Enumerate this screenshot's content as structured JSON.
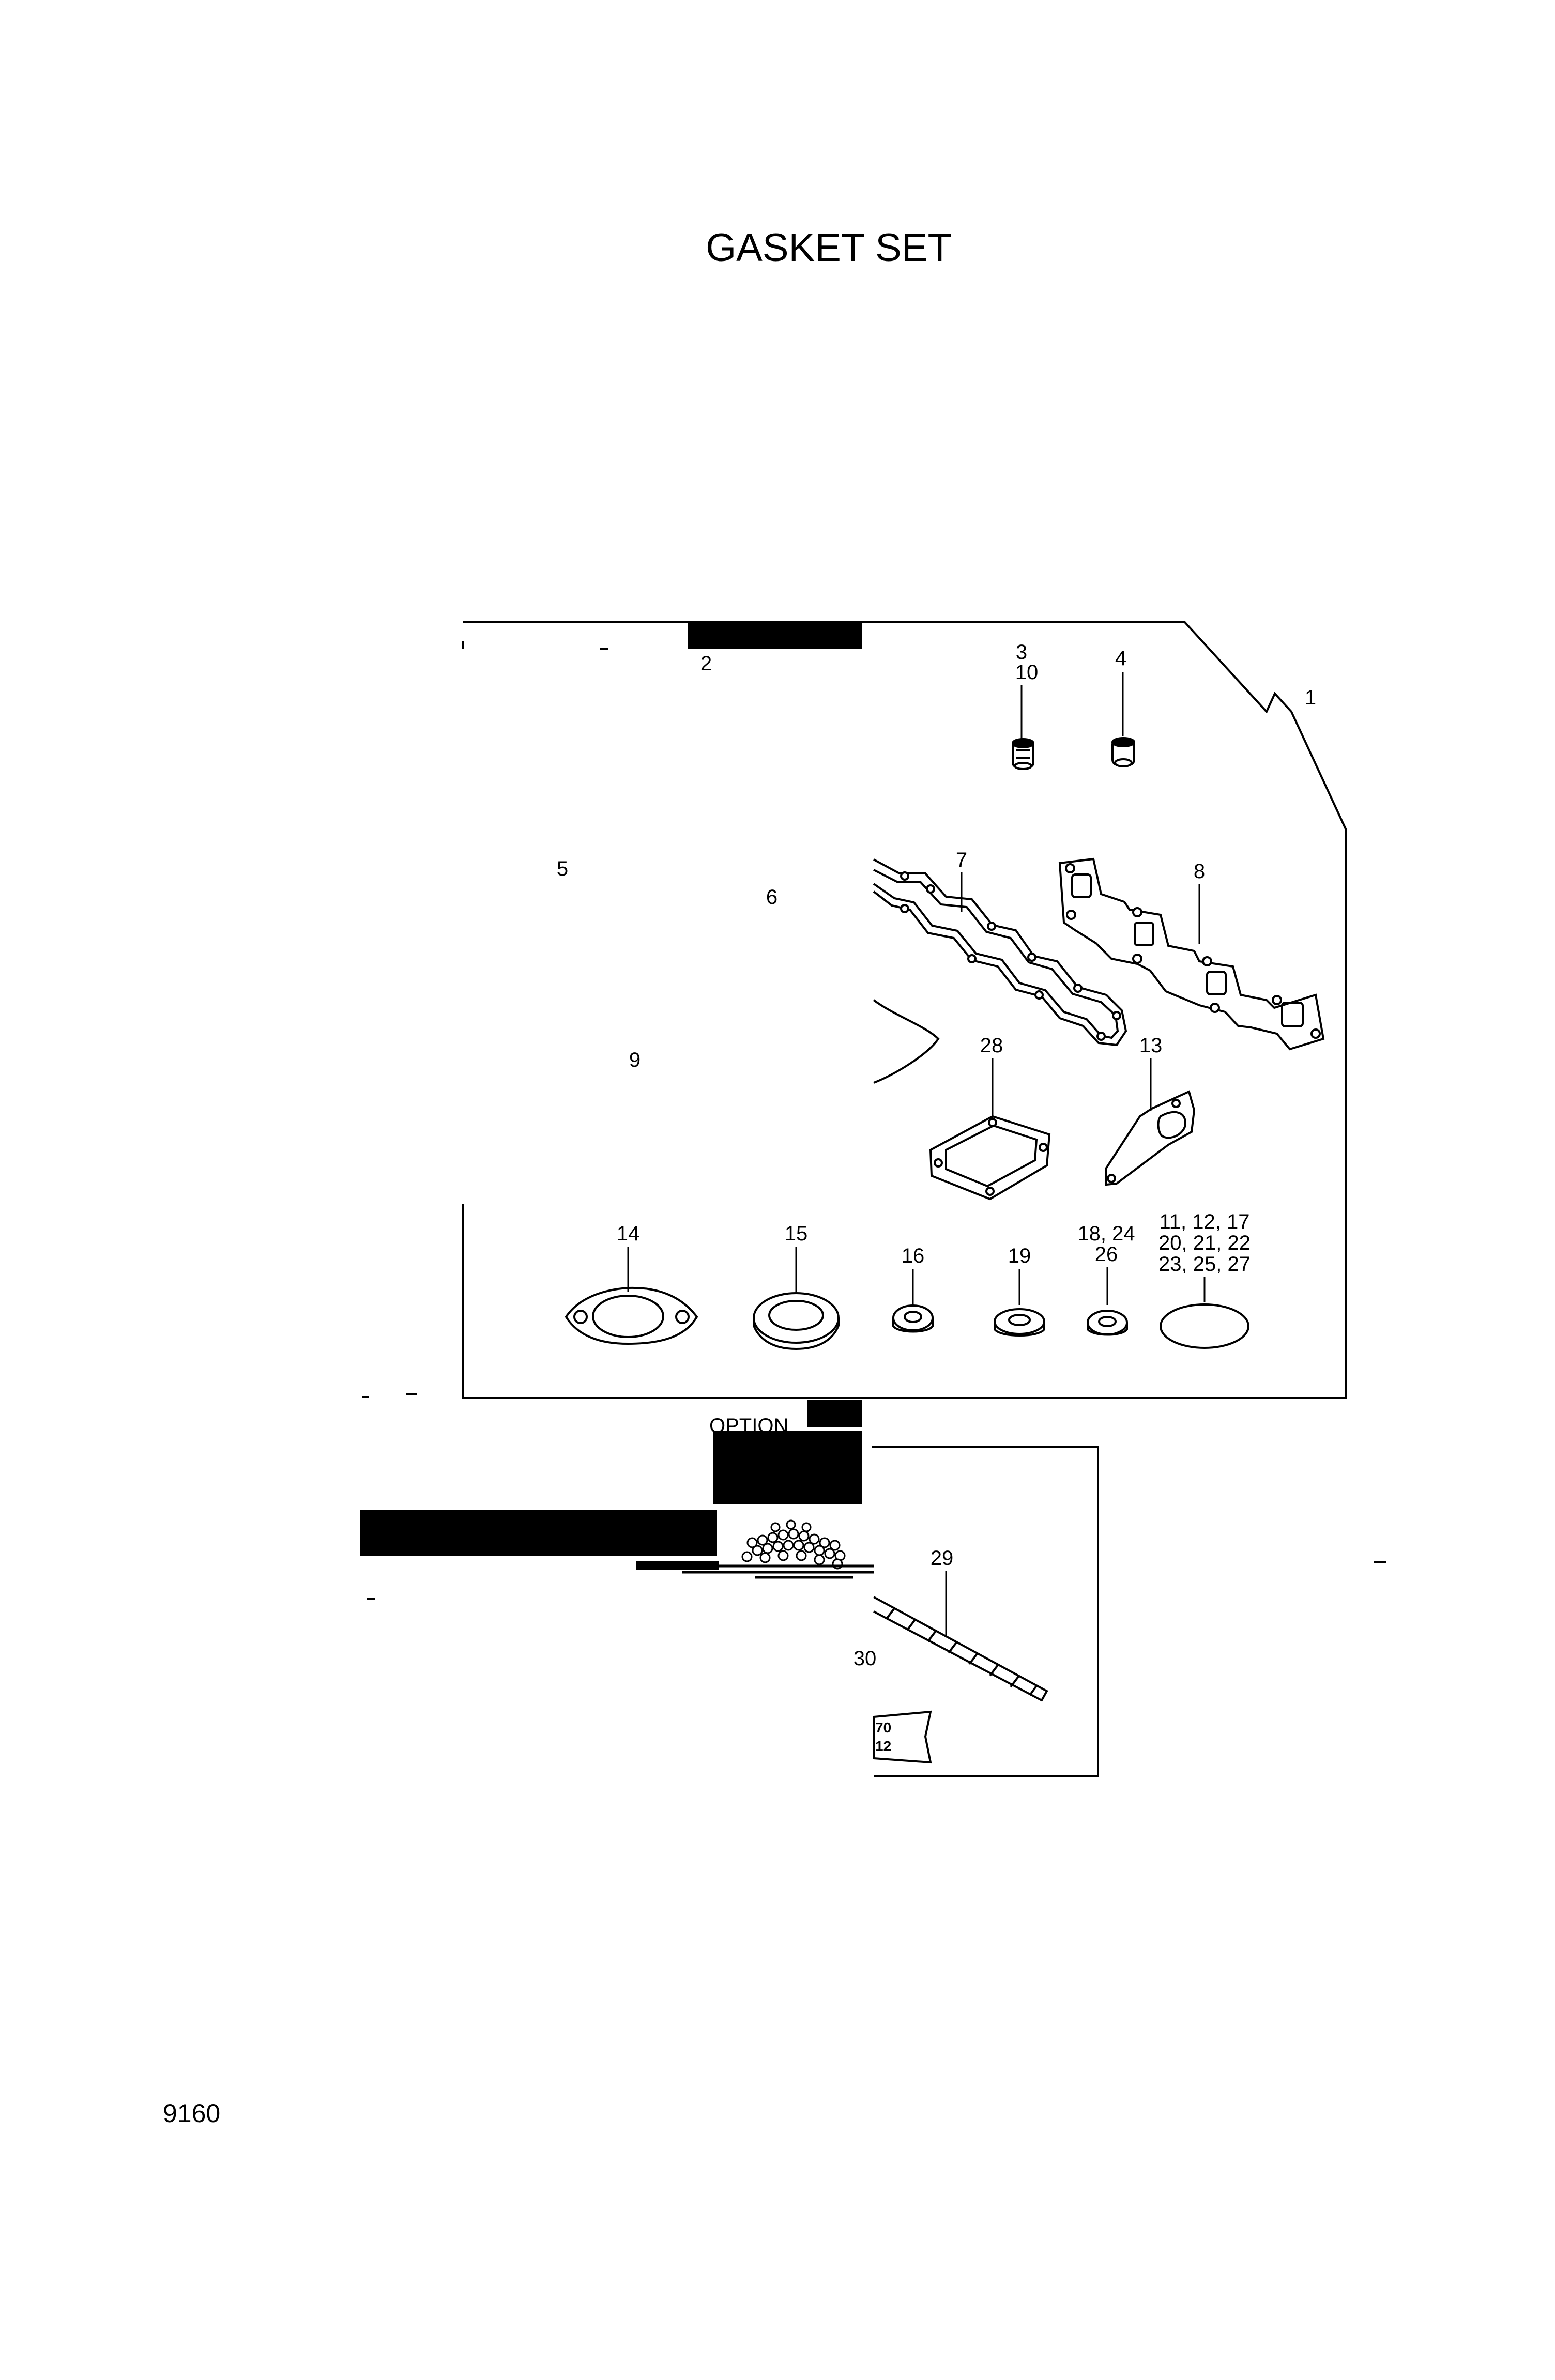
{
  "page": {
    "title": "GASKET SET",
    "page_number": "9160"
  },
  "option_label": "OPTION",
  "callouts": {
    "c1": "1",
    "c2": "2",
    "c3": "3",
    "c10": "10",
    "c4": "4",
    "c5": "5",
    "c6": "6",
    "c7": "7",
    "c8": "8",
    "c9": "9",
    "c13": "13",
    "c28": "28",
    "c14": "14",
    "c15": "15",
    "c16": "16",
    "c19": "19",
    "c18_24": "18, 24",
    "c26": "26",
    "c11_12_17": "11, 12, 17",
    "c20_21_22": "20, 21, 22",
    "c23_25_27": "23, 25, 27",
    "c29": "29",
    "c30": "30"
  },
  "tube_label": {
    "line1": "70",
    "line2": "12"
  }
}
